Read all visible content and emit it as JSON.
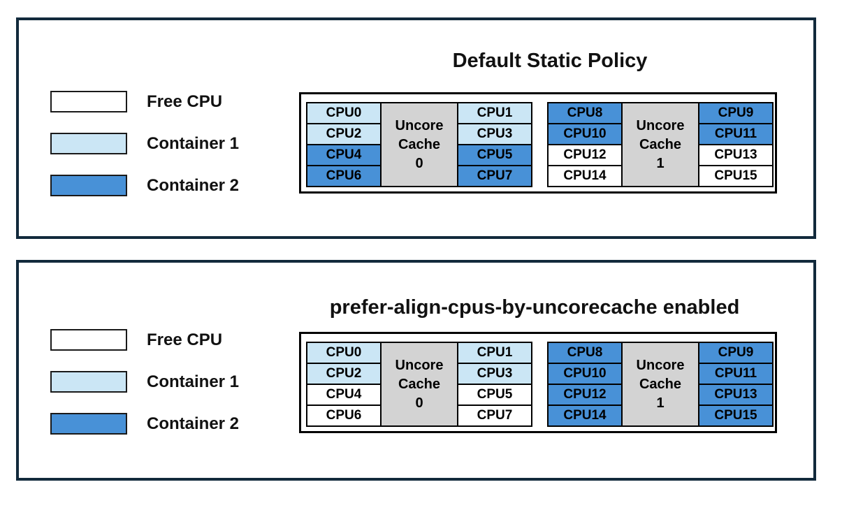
{
  "colors": {
    "free": "#ffffff",
    "container1": "#cbe6f5",
    "container2": "#4891d7",
    "uncore": "#d3d3d3",
    "panel-border": "#122a3c"
  },
  "legend": {
    "items": [
      {
        "label": "Free CPU",
        "state": "free"
      },
      {
        "label": "Container 1",
        "state": "container1"
      },
      {
        "label": "Container 2",
        "state": "container2"
      }
    ]
  },
  "panels": [
    {
      "title": "Default Static Policy",
      "groups": [
        {
          "uncore_lines": [
            "Uncore",
            "Cache",
            "0"
          ],
          "left_cells": [
            {
              "label": "CPU0",
              "state": "container1"
            },
            {
              "label": "CPU2",
              "state": "container1"
            },
            {
              "label": "CPU4",
              "state": "container2"
            },
            {
              "label": "CPU6",
              "state": "container2"
            }
          ],
          "right_cells": [
            {
              "label": "CPU1",
              "state": "container1"
            },
            {
              "label": "CPU3",
              "state": "container1"
            },
            {
              "label": "CPU5",
              "state": "container2"
            },
            {
              "label": "CPU7",
              "state": "container2"
            }
          ]
        },
        {
          "uncore_lines": [
            "Uncore",
            "Cache",
            "1"
          ],
          "left_cells": [
            {
              "label": "CPU8",
              "state": "container2"
            },
            {
              "label": "CPU10",
              "state": "container2"
            },
            {
              "label": "CPU12",
              "state": "free"
            },
            {
              "label": "CPU14",
              "state": "free"
            }
          ],
          "right_cells": [
            {
              "label": "CPU9",
              "state": "container2"
            },
            {
              "label": "CPU11",
              "state": "container2"
            },
            {
              "label": "CPU13",
              "state": "free"
            },
            {
              "label": "CPU15",
              "state": "free"
            }
          ]
        }
      ]
    },
    {
      "title": "prefer-align-cpus-by-uncorecache enabled",
      "groups": [
        {
          "uncore_lines": [
            "Uncore",
            "Cache",
            "0"
          ],
          "left_cells": [
            {
              "label": "CPU0",
              "state": "container1"
            },
            {
              "label": "CPU2",
              "state": "container1"
            },
            {
              "label": "CPU4",
              "state": "free"
            },
            {
              "label": "CPU6",
              "state": "free"
            }
          ],
          "right_cells": [
            {
              "label": "CPU1",
              "state": "container1"
            },
            {
              "label": "CPU3",
              "state": "container1"
            },
            {
              "label": "CPU5",
              "state": "free"
            },
            {
              "label": "CPU7",
              "state": "free"
            }
          ]
        },
        {
          "uncore_lines": [
            "Uncore",
            "Cache",
            "1"
          ],
          "left_cells": [
            {
              "label": "CPU8",
              "state": "container2"
            },
            {
              "label": "CPU10",
              "state": "container2"
            },
            {
              "label": "CPU12",
              "state": "container2"
            },
            {
              "label": "CPU14",
              "state": "container2"
            }
          ],
          "right_cells": [
            {
              "label": "CPU9",
              "state": "container2"
            },
            {
              "label": "CPU11",
              "state": "container2"
            },
            {
              "label": "CPU13",
              "state": "container2"
            },
            {
              "label": "CPU15",
              "state": "container2"
            }
          ]
        }
      ]
    }
  ]
}
